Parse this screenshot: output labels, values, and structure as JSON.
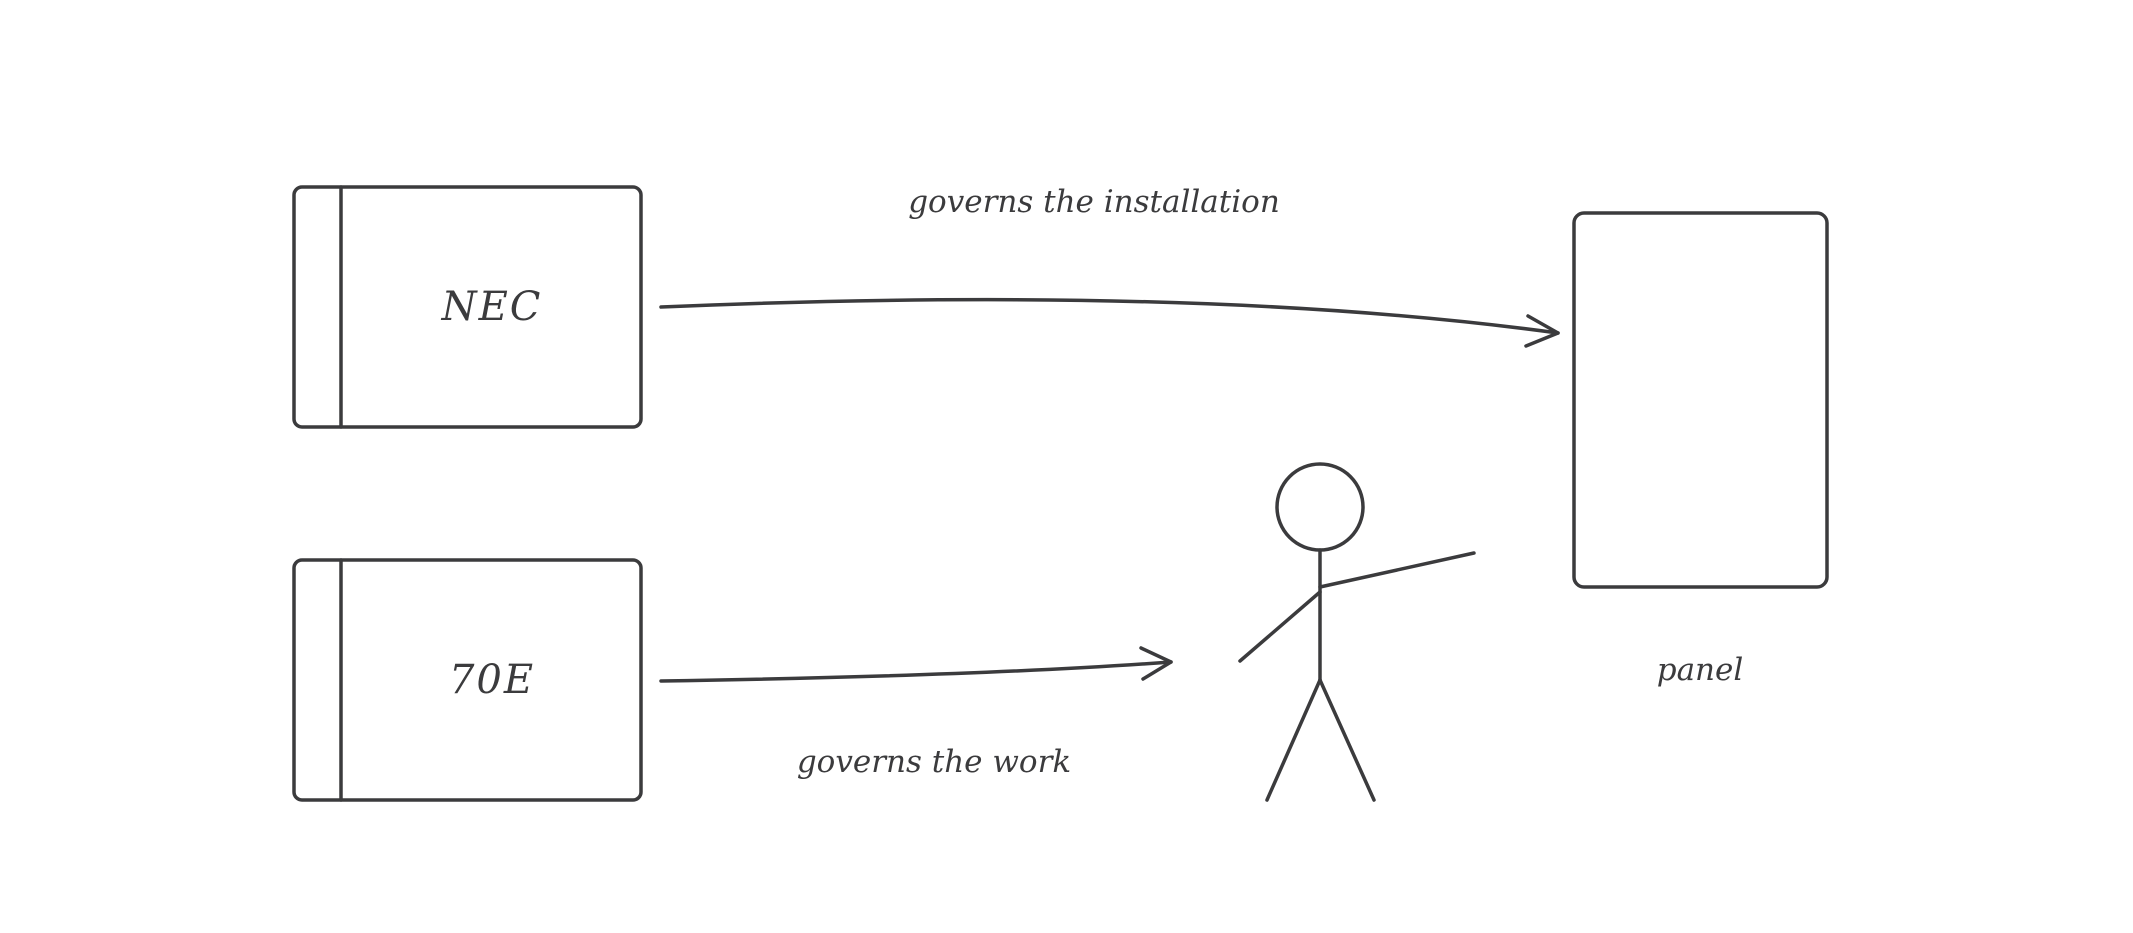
{
  "diagram": {
    "nodes": {
      "nec": {
        "label": "NEC"
      },
      "code70e": {
        "label": "70E"
      },
      "worker": {
        "label": ""
      },
      "panel": {
        "label": "panel"
      }
    },
    "edges": [
      {
        "from": "nec",
        "to": "panel",
        "label": "governs the installation"
      },
      {
        "from": "code70e",
        "to": "worker",
        "label": "governs the work"
      }
    ],
    "colors": {
      "stroke": "#3b3b3d",
      "background": "#ffffff"
    }
  }
}
